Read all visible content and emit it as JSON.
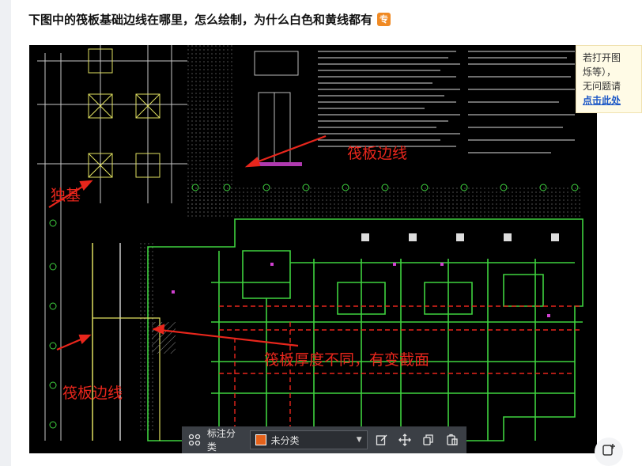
{
  "page": {
    "title": "下图中的筏板基础边线在哪里，怎么绘制，为什么白色和黄线都有",
    "title_badge": "专"
  },
  "tip": {
    "line1": "若打开图",
    "line2": "烁等），",
    "line3": "无问题请",
    "link": "点击此处"
  },
  "annotations": {
    "raft_edge_top": "筏板边线",
    "isolated_footing": "独基",
    "thickness_note": "筏板厚度不同，有变截面",
    "raft_edge_left": "筏板边线"
  },
  "toolbar": {
    "label": "标注分类",
    "category_value": "未分类",
    "icons": [
      "grid-icon",
      "edit-icon",
      "move-icon",
      "copy-icon",
      "paste-icon"
    ],
    "swatch_color": "#e5621b"
  },
  "colors": {
    "cad_background": "#000000",
    "annotation_red": "#e8261c",
    "cad_green": "#3fd23f"
  }
}
